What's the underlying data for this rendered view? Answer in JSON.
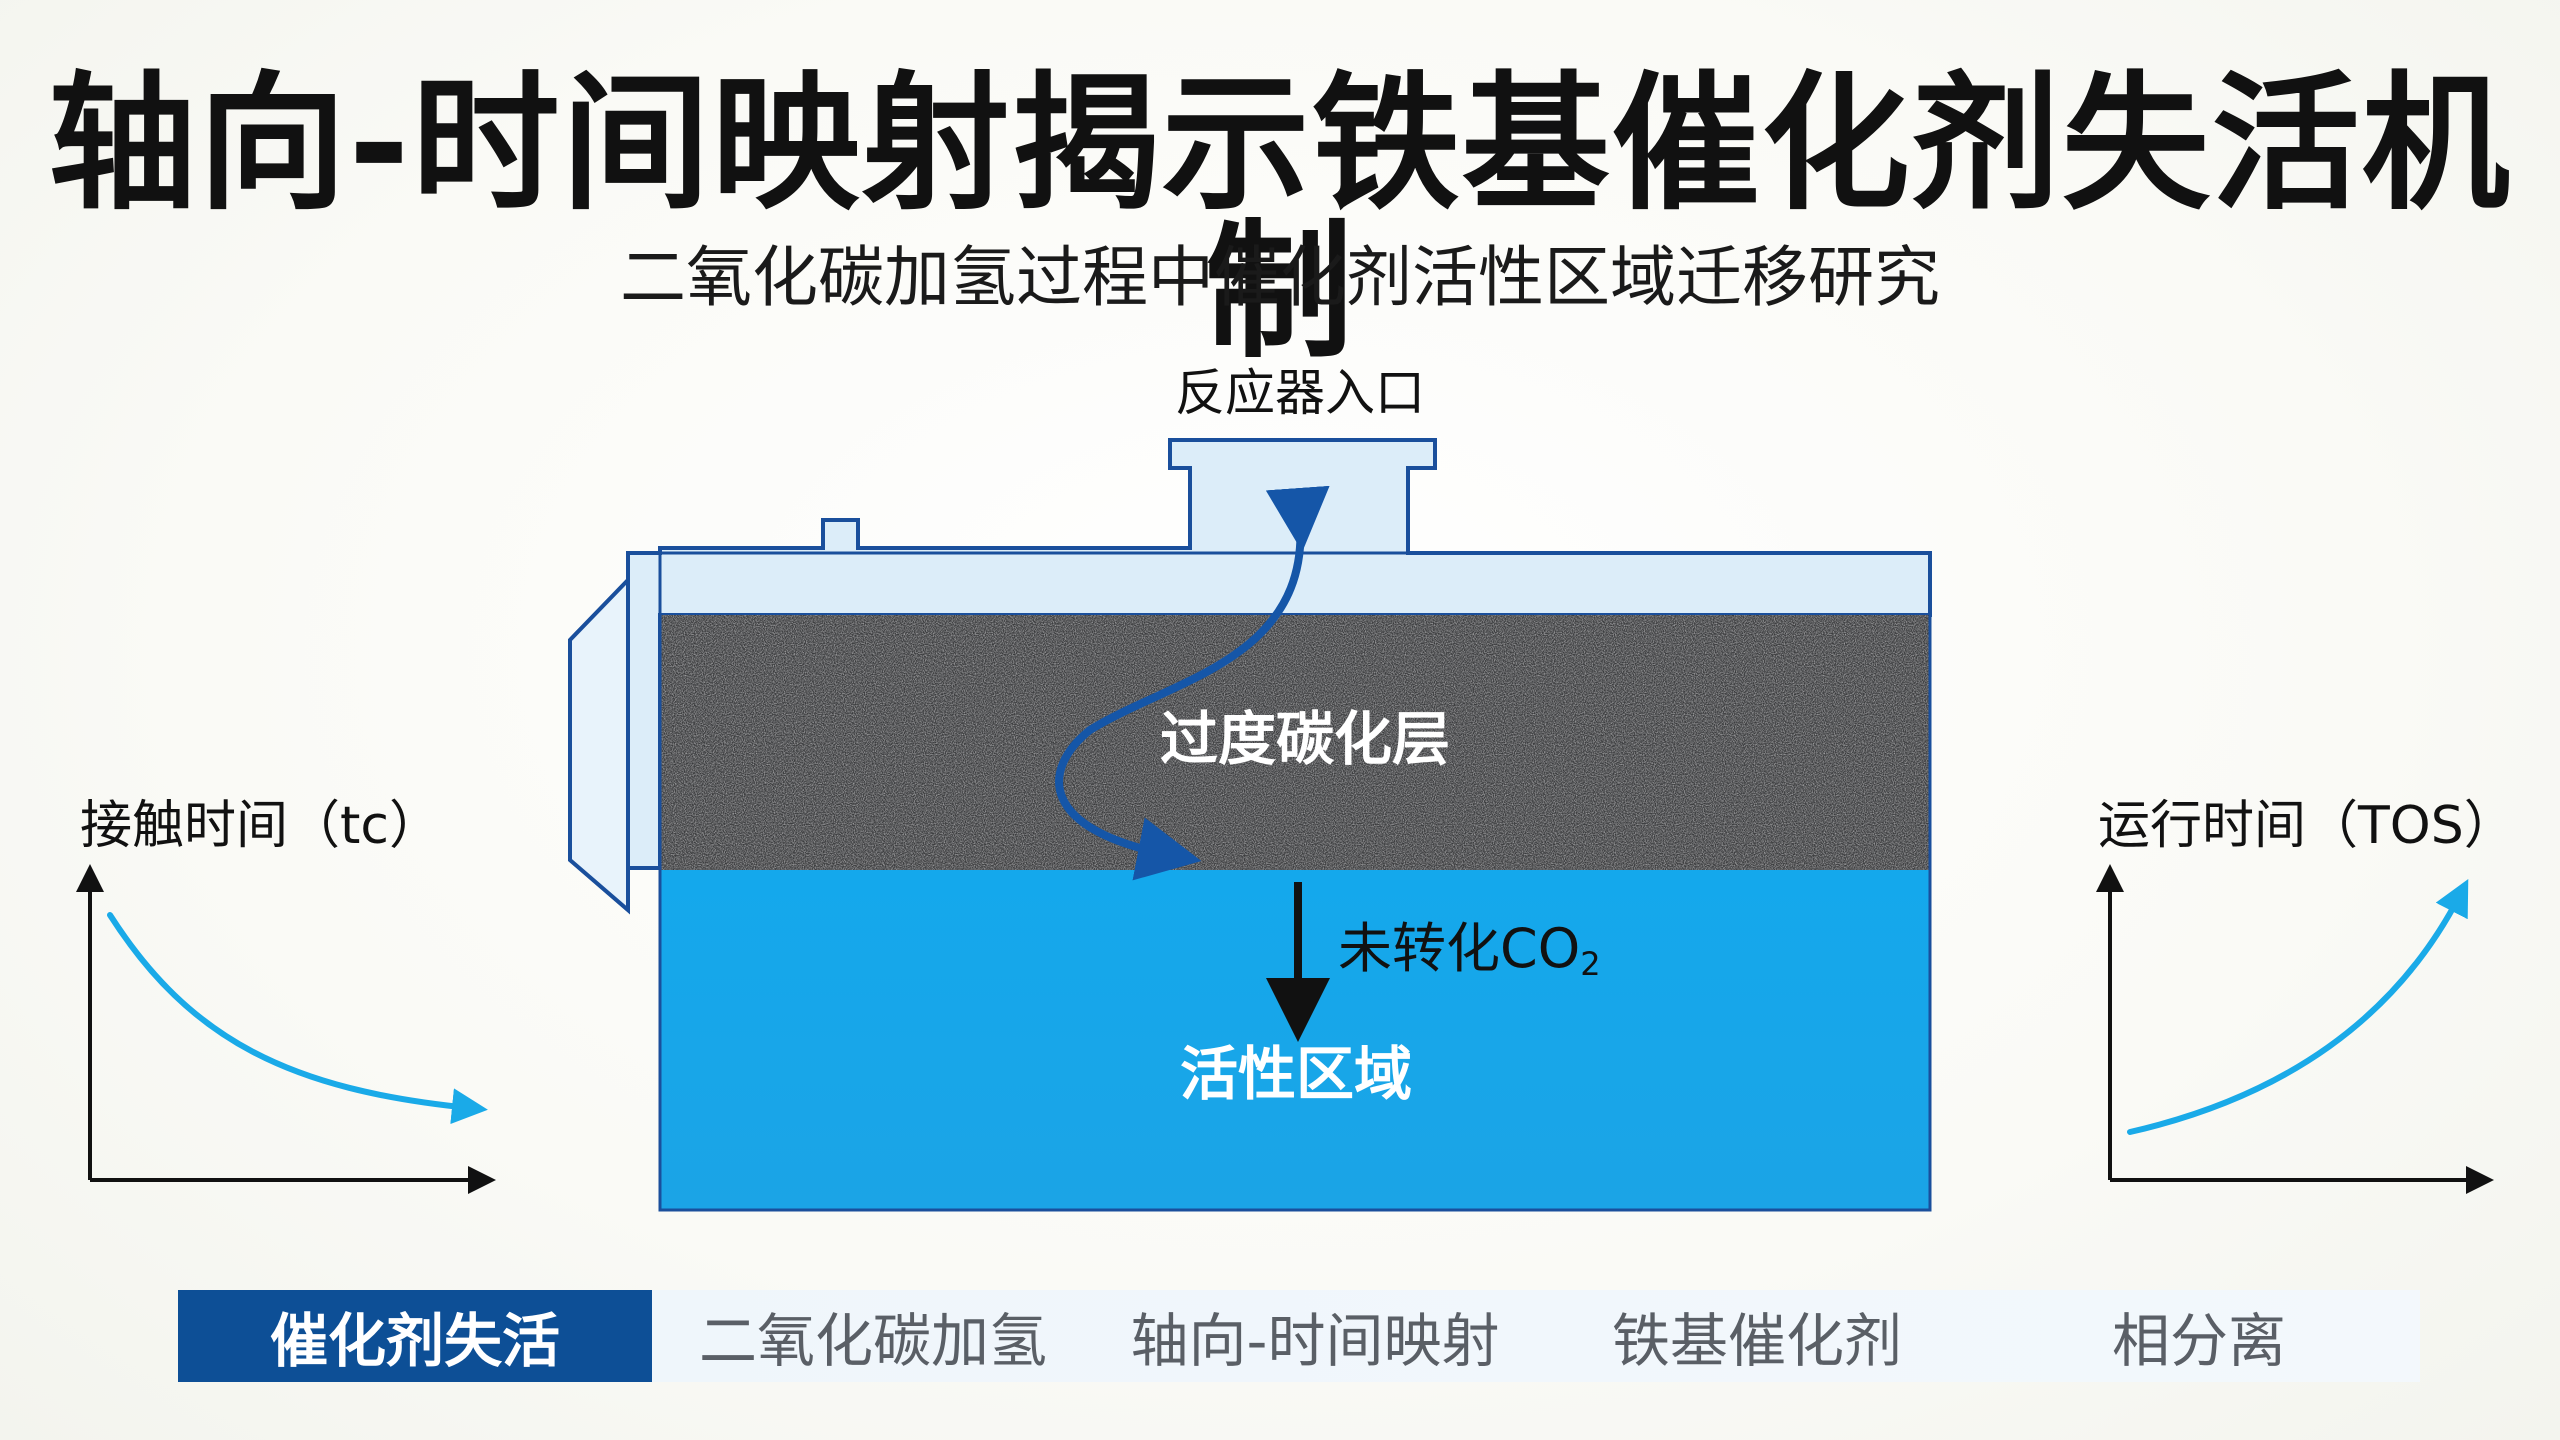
{
  "header": {
    "title": "轴向-时间映射揭示铁基催化剂失活机制",
    "subtitle": "二氧化碳加氢过程中催化剂活性区域迁移研究"
  },
  "reactor": {
    "inlet_label": "反应器入口",
    "carbonized_layer_label": "过度碳化层",
    "co2_label_prefix": "未转化CO",
    "co2_label_subscript": "2",
    "active_zone_label": "活性区域"
  },
  "left_plot": {
    "y_label": "接触时间（tc）",
    "trend": "decreasing"
  },
  "right_plot": {
    "y_label": "运行时间（TOS）",
    "trend": "increasing"
  },
  "tags": [
    {
      "label": "催化剂失活",
      "active": true
    },
    {
      "label": "二氧化碳加氢",
      "active": false
    },
    {
      "label": "轴向-时间映射",
      "active": false
    },
    {
      "label": "铁基催化剂",
      "active": false
    },
    {
      "label": "相分离",
      "active": false
    }
  ],
  "colors": {
    "reactor_outline": "#1a4f9c",
    "reactor_shell": "#dcedf9",
    "carbon_layer": "#3a3b3d",
    "active_zone": "#16a9ec",
    "flow_arrow": "#1556a8",
    "curve": "#1aaae8",
    "tag_active_bg": "#0d4f96"
  }
}
